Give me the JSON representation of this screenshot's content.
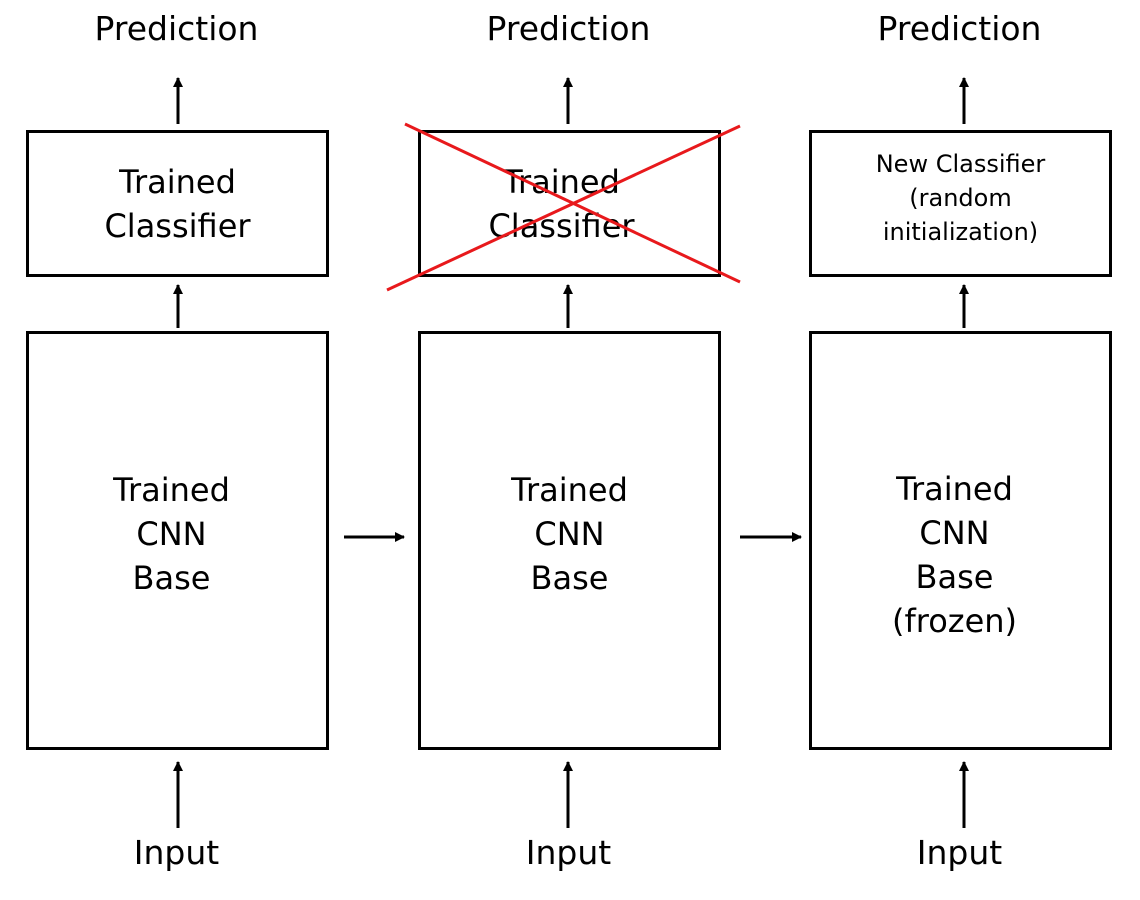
{
  "stages": [
    {
      "prediction": "Prediction",
      "classifier": "Trained\nClassifier",
      "classifier_crossed": false,
      "base": "Trained\nCNN\nBase",
      "input": "Input"
    },
    {
      "prediction": "Prediction",
      "classifier": "Trained\nClassifier",
      "classifier_crossed": true,
      "base": "Trained\nCNN\nBase",
      "input": "Input"
    },
    {
      "prediction": "Prediction",
      "classifier": "New Classifier\n(random\ninitialization)",
      "classifier_crossed": false,
      "base": "Trained\nCNN\nBase\n(frozen)",
      "input": "Input"
    }
  ],
  "colors": {
    "stroke": "#000000",
    "cross": "#e8191c"
  }
}
